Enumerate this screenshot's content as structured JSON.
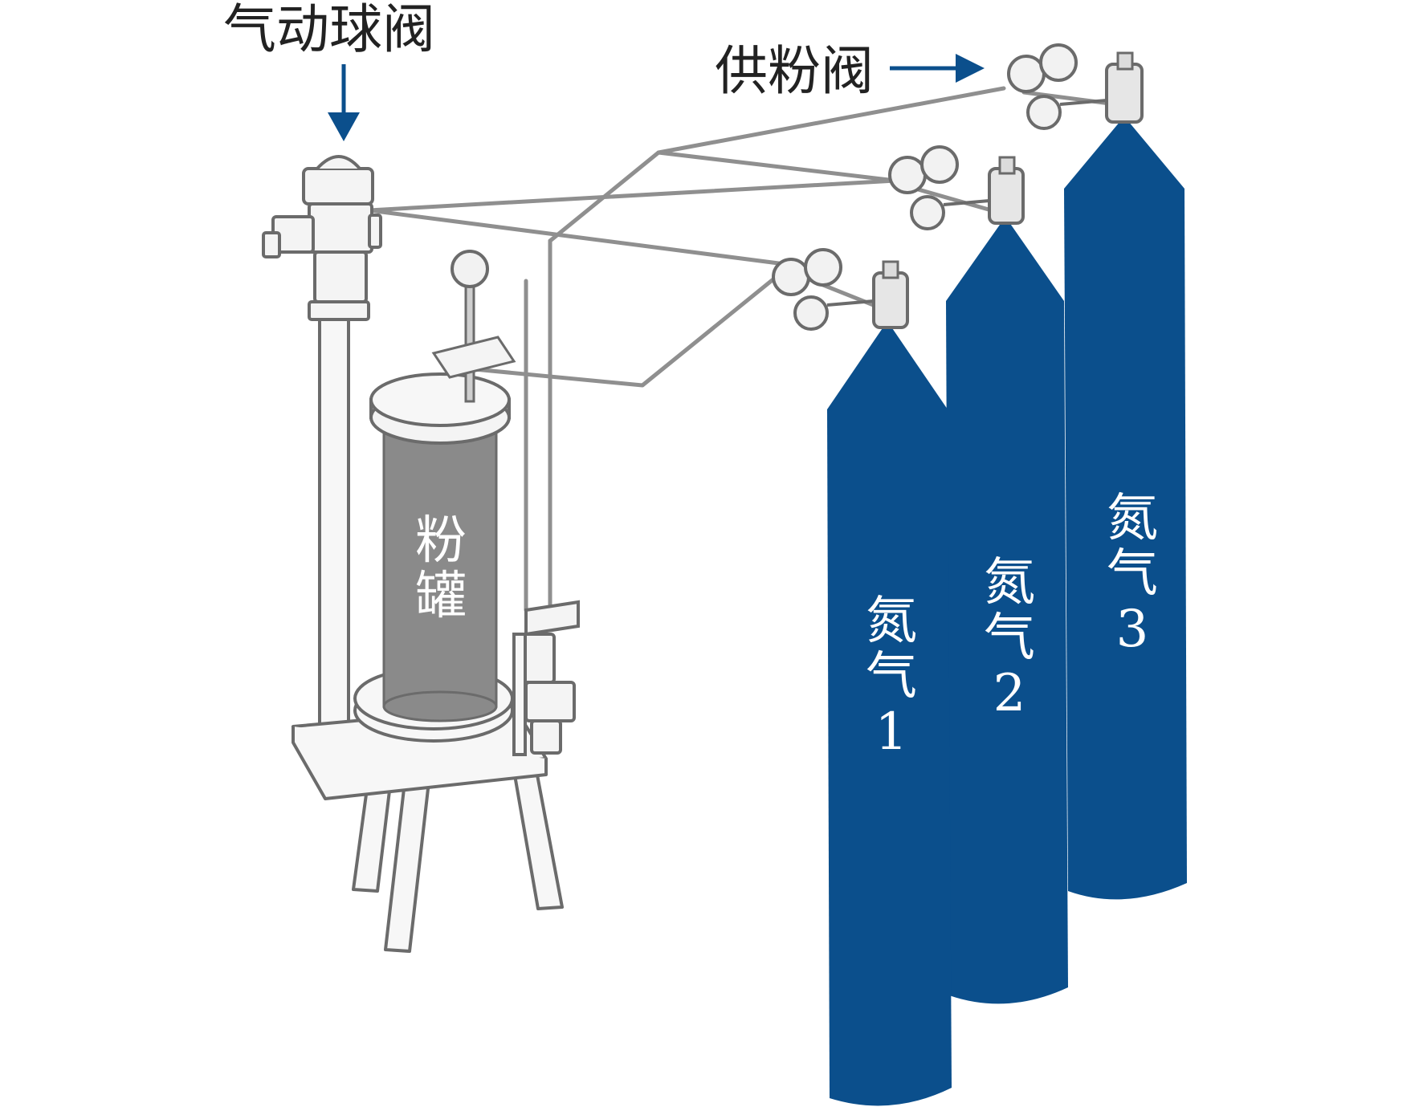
{
  "labels": {
    "ball_valve": "气动球阀",
    "feed_valve": "供粉阀",
    "tank": [
      "粉",
      "罐"
    ],
    "cylinder_1": [
      "氮",
      "气",
      "1"
    ],
    "cylinder_2": [
      "氮",
      "气",
      "2"
    ],
    "cylinder_3": [
      "氮",
      "气",
      "3"
    ]
  },
  "colors": {
    "cylinder": "#0b4f8c",
    "arrow": "#0b4f8c",
    "tank_body": "#8a8a8a",
    "outline": "#6b6b6b",
    "pipe": "#9a9a9a"
  }
}
